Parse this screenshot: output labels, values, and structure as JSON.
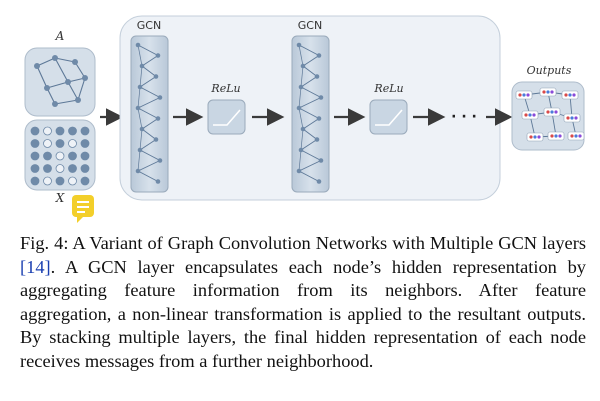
{
  "figure": {
    "label_a": "A",
    "label_x": "X",
    "gcn_label_1": "GCN",
    "gcn_label_2": "GCN",
    "relu_label_1": "ReLu",
    "relu_label_2": "ReLu",
    "ellipsis": "· · ·",
    "outputs_label": "Outputs",
    "note_icon": "comment-note-icon",
    "colors": {
      "panel_fill": "#eef2f7",
      "block_fill": "#c9d6e3",
      "block_stroke": "#9aaabb",
      "node": "#6f8aa8",
      "arrow": "#3a3a3a",
      "note": "#f3cf2a",
      "ref_link": "#1a3fb0"
    }
  },
  "caption": {
    "prefix": "Fig. 4: A Variant of Graph Convolution Networks with Multiple GCN layers ",
    "ref": "[14]",
    "suffix": ". A GCN layer encapsulates each node’s hidden representation by aggregating feature information from its neighbors. After feature aggregation, a non-linear transformation is applied to the resultant outputs. By stacking multiple layers, the final hidden representation of each node receives messages from a further neighborhood."
  }
}
